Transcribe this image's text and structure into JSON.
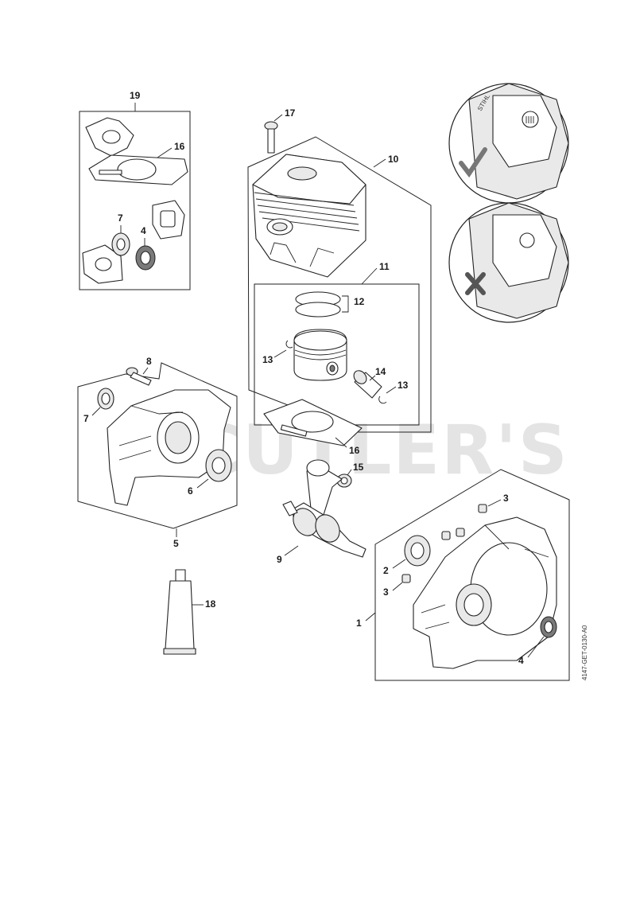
{
  "watermark": "CUTLER'S",
  "reference_code": "4147-GET-0130-A0",
  "callouts": {
    "c19": "19",
    "c16a": "16",
    "c7a": "7",
    "c4a": "4",
    "c17": "17",
    "c10": "10",
    "c11": "11",
    "c12": "12",
    "c13a": "13",
    "c14": "14",
    "c13b": "13",
    "c8": "8",
    "c7b": "7",
    "c6": "6",
    "c5": "5",
    "c16b": "16",
    "c15": "15",
    "c9": "9",
    "c18": "18",
    "c3a": "3",
    "c2": "2",
    "c3b": "3",
    "c1": "1",
    "c4b": "4"
  },
  "inset_top": {
    "brand": "STIHL",
    "mark": "correct-check"
  },
  "inset_bottom": {
    "mark": "incorrect-cross"
  }
}
